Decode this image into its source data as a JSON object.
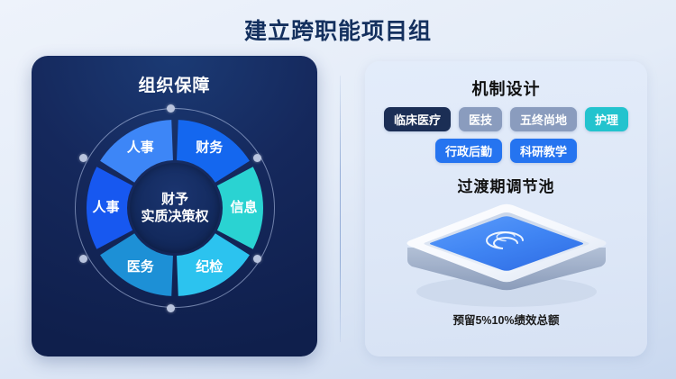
{
  "page": {
    "title": "建立跨职能项目组",
    "bg_color": "#e7eefa",
    "title_color": "#14305e"
  },
  "left_panel": {
    "title": "组织保障",
    "bg_color": "#15285c",
    "hub": {
      "line1": "财予",
      "line2": "实质决策权"
    },
    "segments": [
      {
        "label": "人事",
        "color": "#3d86f7",
        "angle_start": -60,
        "angle_end": 0
      },
      {
        "label": "财务",
        "color": "#1467ef",
        "angle_start": 0,
        "angle_end": 60
      },
      {
        "label": "信息",
        "color": "#2ad3d2",
        "angle_start": 60,
        "angle_end": 120
      },
      {
        "label": "纪检",
        "color": "#2cc3ef",
        "angle_start": 120,
        "angle_end": 180
      },
      {
        "label": "医务",
        "color": "#1d90d6",
        "angle_start": 180,
        "angle_end": 240
      },
      {
        "label": "人事",
        "color": "#1758f0",
        "angle_start": 240,
        "angle_end": 300
      }
    ],
    "ring_color": "#becdf0",
    "ring_dot_color": "#b9c4de"
  },
  "right_panel": {
    "mechanism_title": "机制设计",
    "chips": [
      {
        "label": "临床医疗",
        "color": "#1b2e55"
      },
      {
        "label": "医技",
        "color": "#8a9cbe"
      },
      {
        "label": "五终尚地",
        "color": "#8a9cbe"
      },
      {
        "label": "护理",
        "color": "#23c3ce"
      },
      {
        "label": "行政后勤",
        "color": "#2574f0"
      },
      {
        "label": "科研教学",
        "color": "#2574f0"
      }
    ],
    "pool_title": "过渡期调节池",
    "pool_caption": "预留5%10%绩效总额",
    "pool_water_color": "#3f84f3",
    "pool_rim_color": "#ffffff",
    "pool_wall_color": "#97a8c4"
  }
}
